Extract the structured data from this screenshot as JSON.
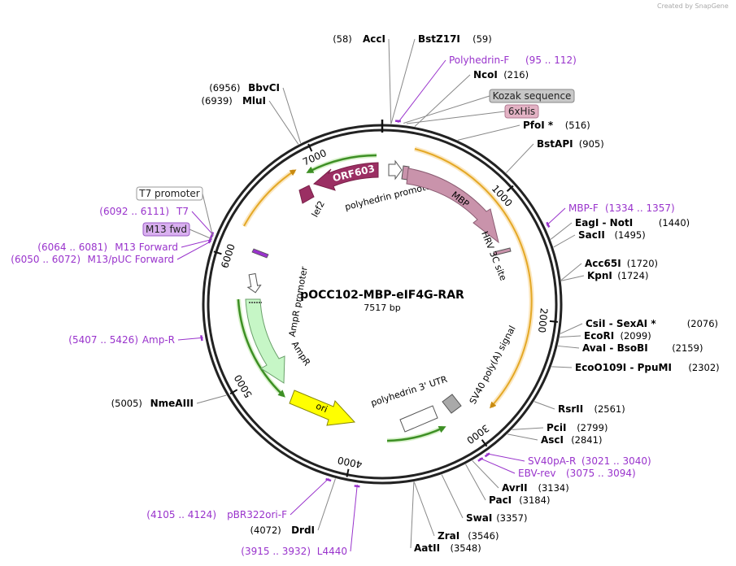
{
  "credit": "Created by SnapGene",
  "plasmid": {
    "name": "pOCC102-MBP-eIF4G-RAR",
    "length": "7517 bp",
    "length_bp": 7517
  },
  "ticks": [
    "1000",
    "2000",
    "3000",
    "4000",
    "5000",
    "6000",
    "7000"
  ],
  "sites": [
    {
      "id": "accI",
      "name": "AccI",
      "pos": "(58)",
      "bp": 58,
      "side": "left"
    },
    {
      "id": "bstz17i",
      "name": "BstZ17I",
      "pos": "(59)",
      "bp": 59,
      "side": "right"
    },
    {
      "id": "ncoi",
      "name": "NcoI",
      "pos": "(216)",
      "bp": 216,
      "side": "right"
    },
    {
      "id": "pfoi",
      "name": "PfoI *",
      "pos": "(516)",
      "bp": 516,
      "side": "right"
    },
    {
      "id": "bstapi",
      "name": "BstAPI",
      "pos": "(905)",
      "bp": 905,
      "side": "right"
    },
    {
      "id": "eagi",
      "name": "EagI  -  NotI",
      "pos": "(1440)",
      "bp": 1440,
      "side": "right"
    },
    {
      "id": "sacii",
      "name": "SacII",
      "pos": "(1495)",
      "bp": 1495,
      "side": "right"
    },
    {
      "id": "acc65i",
      "name": "Acc65I",
      "pos": "(1720)",
      "bp": 1720,
      "side": "right"
    },
    {
      "id": "kpni",
      "name": "KpnI",
      "pos": "(1724)",
      "bp": 1724,
      "side": "right"
    },
    {
      "id": "csii",
      "name": "CsiI  -  SexAI *",
      "pos": "(2076)",
      "bp": 2076,
      "side": "right"
    },
    {
      "id": "ecori",
      "name": "EcoRI",
      "pos": "(2099)",
      "bp": 2099,
      "side": "right"
    },
    {
      "id": "avai",
      "name": "AvaI  -  BsoBI",
      "pos": "(2159)",
      "bp": 2159,
      "side": "right"
    },
    {
      "id": "eco0109i",
      "name": "EcoO109I  -  PpuMI",
      "pos": "(2302)",
      "bp": 2302,
      "side": "right"
    },
    {
      "id": "rsrii",
      "name": "RsrII",
      "pos": "(2561)",
      "bp": 2561,
      "side": "right"
    },
    {
      "id": "pcii",
      "name": "PciI",
      "pos": "(2799)",
      "bp": 2799,
      "side": "right"
    },
    {
      "id": "asci",
      "name": "AscI",
      "pos": "(2841)",
      "bp": 2841,
      "side": "right"
    },
    {
      "id": "avrii",
      "name": "AvrII",
      "pos": "(3134)",
      "bp": 3134,
      "side": "right"
    },
    {
      "id": "paci",
      "name": "PacI",
      "pos": "(3184)",
      "bp": 3184,
      "side": "right"
    },
    {
      "id": "swai",
      "name": "SwaI",
      "pos": "(3357)",
      "bp": 3357,
      "side": "right"
    },
    {
      "id": "zrai",
      "name": "ZraI",
      "pos": "(3546)",
      "bp": 3546,
      "side": "right"
    },
    {
      "id": "aatii",
      "name": "AatII",
      "pos": "(3548)",
      "bp": 3548,
      "side": "right"
    },
    {
      "id": "drdi",
      "name": "DrdI",
      "pos": "(4072)",
      "bp": 4072,
      "side": "left"
    },
    {
      "id": "nmeaiii",
      "name": "NmeAIII",
      "pos": "(5005)",
      "bp": 5005,
      "side": "left"
    },
    {
      "id": "mlui",
      "name": "MluI",
      "pos": "(6939)",
      "bp": 6939,
      "side": "left"
    },
    {
      "id": "bbvci",
      "name": "BbvCI",
      "pos": "(6956)",
      "bp": 6956,
      "side": "left"
    }
  ],
  "primers": [
    {
      "id": "polyhedrin-f",
      "name": "Polyhedrin-F",
      "pos": "(95 .. 112)",
      "bp": 103,
      "side": "right"
    },
    {
      "id": "mbp-f",
      "name": "MBP-F",
      "pos": "(1334 .. 1357)",
      "bp": 1345,
      "side": "right"
    },
    {
      "id": "sv40pa-r",
      "name": "SV40pA-R",
      "pos": "(3021 .. 3040)",
      "bp": 3030,
      "side": "right"
    },
    {
      "id": "ebv-rev",
      "name": "EBV-rev",
      "pos": "(3075 .. 3094)",
      "bp": 3084,
      "side": "right"
    },
    {
      "id": "pbr322ori-f",
      "name": "pBR322ori-F",
      "pos": "(4105 .. 4124)",
      "bp": 4114,
      "side": "left"
    },
    {
      "id": "l4440",
      "name": "L4440",
      "pos": "(3915 .. 3932)",
      "bp": 3923,
      "side": "left"
    },
    {
      "id": "amp-r",
      "name": "Amp-R",
      "pos": "(5407 .. 5426)",
      "bp": 5416,
      "side": "left"
    },
    {
      "id": "m13-pucfwd",
      "name": "M13/pUC Forward",
      "pos": "(6050 .. 6072)",
      "bp": 6061,
      "side": "left"
    },
    {
      "id": "m13-forward",
      "name": "M13 Forward",
      "pos": "(6064 .. 6081)",
      "bp": 6072,
      "side": "left"
    },
    {
      "id": "t7",
      "name": "T7",
      "pos": "(6092 .. 6111)",
      "bp": 6101,
      "side": "left"
    }
  ],
  "boxed_labels": [
    {
      "id": "kozak",
      "text": "Kozak sequence",
      "bg": "#c8c8c8",
      "border": "#888888"
    },
    {
      "id": "his",
      "text": "6xHis",
      "bg": "#e3b2c4",
      "border": "#b07a92"
    },
    {
      "id": "t7-promoter",
      "text": "T7 promoter",
      "bg": "#ffffff",
      "border": "#999999"
    },
    {
      "id": "m13fwd",
      "text": "M13 fwd",
      "bg": "#d9b0f0",
      "border": "#9a5cc4"
    }
  ],
  "features": [
    {
      "id": "orf603",
      "text": "ORF603",
      "color": "#9b2f63"
    },
    {
      "id": "lef2",
      "text": "lef2",
      "color": "#9b2f63"
    },
    {
      "id": "polyhedrin-promoter",
      "text": "polyhedrin promoter",
      "color": "#ffffff"
    },
    {
      "id": "mbp",
      "text": "MBP",
      "color": "#c993ab"
    },
    {
      "id": "hrv3c",
      "text": "HRV 3C site",
      "color": "#c993ab"
    },
    {
      "id": "sv40",
      "text": "SV40 poly(A) signal",
      "color": "#a9a9a9"
    },
    {
      "id": "polyhedrin-utr",
      "text": "polyhedrin 3' UTR",
      "color": "#ffffff"
    },
    {
      "id": "ori",
      "text": "ori",
      "color": "#ffff00"
    },
    {
      "id": "ampr",
      "text": "AmpR",
      "color": "#c6f6c6"
    },
    {
      "id": "ampr-promoter",
      "text": "AmpR promoter",
      "color": "#ffffff"
    }
  ],
  "colors": {
    "backbone": "#222222",
    "primer": "#9933cc",
    "orf_arc": "#e4a826",
    "green_arrow": "#3d8f24",
    "ori": "#ffff00",
    "ampr": "#c6f6c6"
  }
}
